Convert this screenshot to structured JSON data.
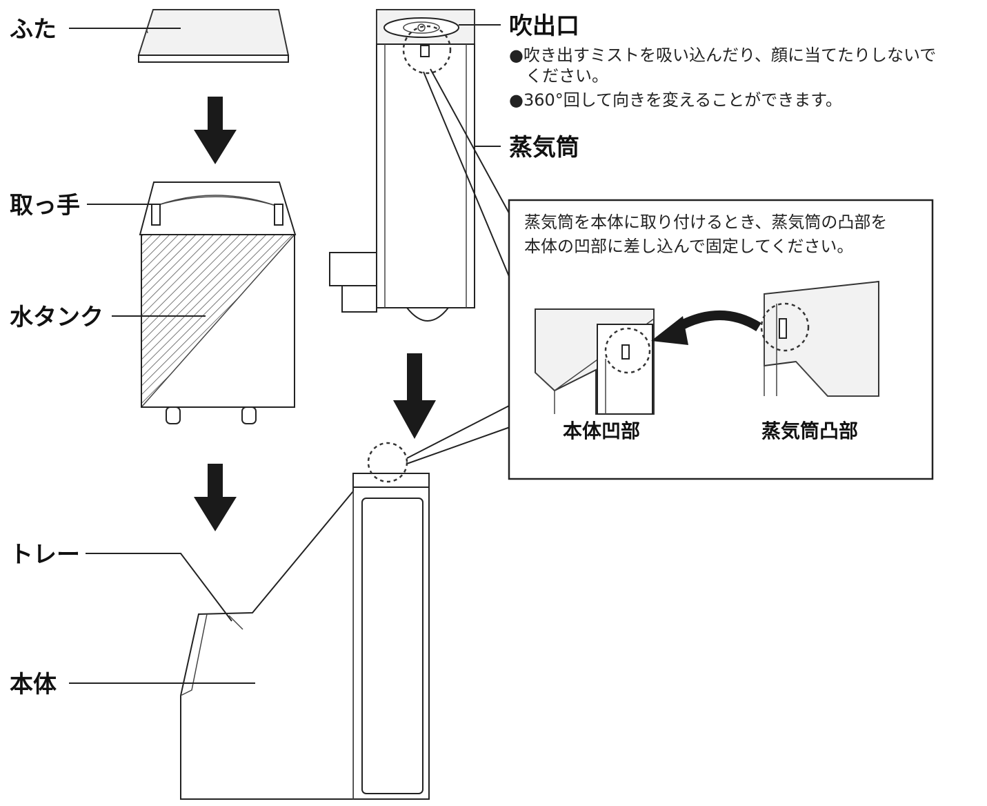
{
  "diagram": {
    "parts": {
      "lid": "ふた",
      "handle": "取っ手",
      "water_tank": "水タンク",
      "tray": "トレー",
      "main_body": "本体",
      "outlet": "吹出口",
      "steam_tube": "蒸気筒"
    },
    "outlet_notes": {
      "note1_line1": "●吹き出すミストを吸い込んだり、顔に当てたりしないで",
      "note1_line2": "ください。",
      "note2": "●360°回して向きを変えることができます。"
    },
    "detail_box": {
      "instruction_line1": "蒸気筒を本体に取り付けるとき、蒸気筒の凸部を",
      "instruction_line2": "本体の凹部に差し込んで固定してください。",
      "label_body_recess": "本体凹部",
      "label_tube_protrusion": "蒸気筒凸部"
    },
    "icons": {
      "down_arrow": "down-arrow-icon",
      "curved_arrow": "curved-arrow-icon"
    },
    "colors": {
      "line": "#222222",
      "hatch": "#555555",
      "panel": "#f2f2f2"
    }
  }
}
